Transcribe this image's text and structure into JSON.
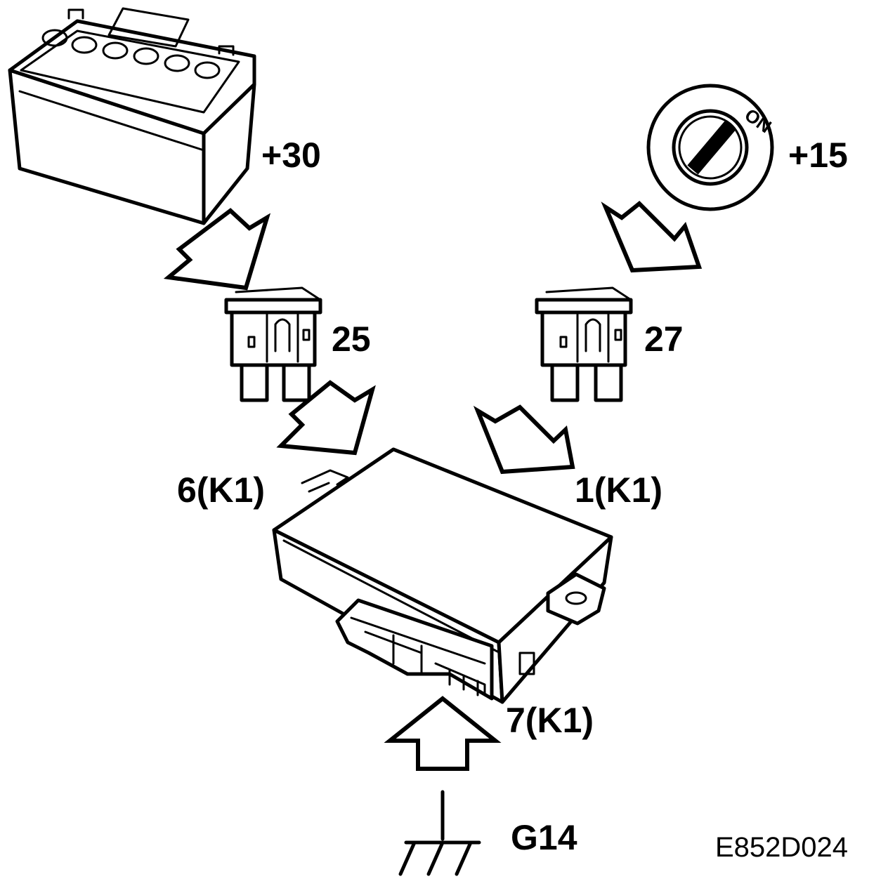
{
  "labels": {
    "battery": "+30",
    "ignition": "+15",
    "ignition_on": "ON",
    "fuse_left": "25",
    "fuse_right": "27",
    "pin_left": "6(K1)",
    "pin_right": "1(K1)",
    "pin_bottom": "7(K1)",
    "ground": "G14",
    "figure_code": "E852D024"
  }
}
